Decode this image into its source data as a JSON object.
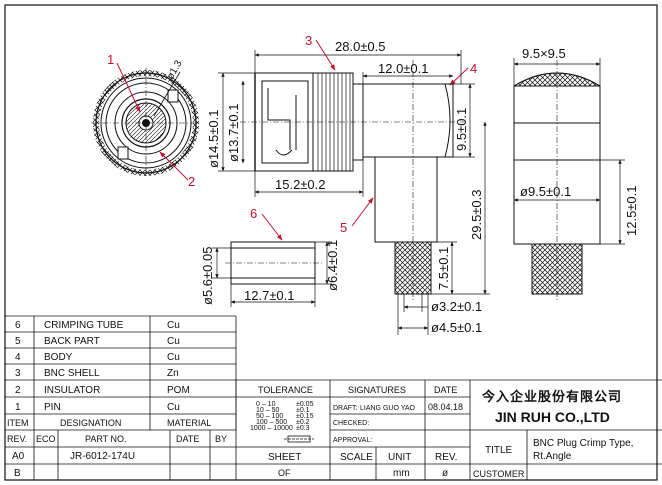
{
  "callouts": [
    "1",
    "2",
    "3",
    "4",
    "5",
    "6"
  ],
  "front_view": {
    "dim_diameter": "ø1.3"
  },
  "side_view": {
    "dim_overall_length": "28.0±0.5",
    "dim_head_length": "12.0±0.1",
    "dim_outer_dia": "ø14.5±0.1",
    "dim_inner_dia": "ø13.7±0.1",
    "dim_body_length": "15.2±0.2",
    "dim_head_height": "9.5±0.1",
    "dim_drop_length": "29.5±0.3",
    "dim_crimp_length": "7.5±0.1",
    "dim_pin_dia": "ø3.2±0.1",
    "dim_crimp_dia": "ø4.5±0.1"
  },
  "end_view": {
    "dim_square": "9.5×9.5",
    "dim_dia": "ø9.5±0.1",
    "dim_height": "12.5±0.1"
  },
  "tube_view": {
    "dim_inner_dia": "ø5.6±0.05",
    "dim_outer_dia": "ø6.4±0.1",
    "dim_length": "12.7±0.1"
  },
  "bom": {
    "header": {
      "item": "ITEM",
      "designation": "DESIGNATION",
      "material": "MATERIAL"
    },
    "rows": [
      {
        "item": "6",
        "designation": "CRIMPING TUBE",
        "material": "Cu"
      },
      {
        "item": "5",
        "designation": "BACK PART",
        "material": "Cu"
      },
      {
        "item": "4",
        "designation": "BODY",
        "material": "Cu"
      },
      {
        "item": "3",
        "designation": "BNC SHELL",
        "material": "Zn"
      },
      {
        "item": "2",
        "designation": "INSULATOR",
        "material": "POM"
      },
      {
        "item": "1",
        "designation": "PIN",
        "material": "Cu"
      }
    ]
  },
  "revision": {
    "header": {
      "rev": "REV.",
      "eco": "ECO",
      "part_no": "PART NO.",
      "date": "DATE",
      "by": "BY"
    },
    "row_a0": {
      "rev": "A0",
      "part_no": "JR-6012-174U"
    },
    "row_b": {
      "rev": "B"
    }
  },
  "tolerance": {
    "title": "TOLERANCE",
    "lines_left": [
      "0 – 10",
      "10 – 50",
      "50 – 100",
      "100 – 500",
      "1000 – 10000"
    ],
    "lines_right": [
      "±0.05",
      "±0.1",
      "±0.15",
      "±0.2",
      "±0.3"
    ]
  },
  "sheet": {
    "label": "SHEET",
    "value": "OF"
  },
  "scale": {
    "label": "SCALE"
  },
  "unit": {
    "label": "UNIT",
    "value": "mm"
  },
  "rev_cell": {
    "label": "REV.",
    "value": "ø"
  },
  "signatures": {
    "title": "SIGNATURES",
    "date_header": "DATE",
    "draft_label": "DRAFT:",
    "draft_name": "LIANG GUO YAO",
    "draft_date": "08.04.18",
    "checked_label": "CHECKED:",
    "approval_label": "APPROVAL:"
  },
  "company": {
    "chinese": "今入企业股份有限公司",
    "english": "JIN RUH CO.,LTD"
  },
  "title_block": {
    "label": "TITLE",
    "value_line1": "BNC Plug Crimp Type,",
    "value_line2": "Rt.Angle",
    "customer_label": "CUSTOMER"
  }
}
